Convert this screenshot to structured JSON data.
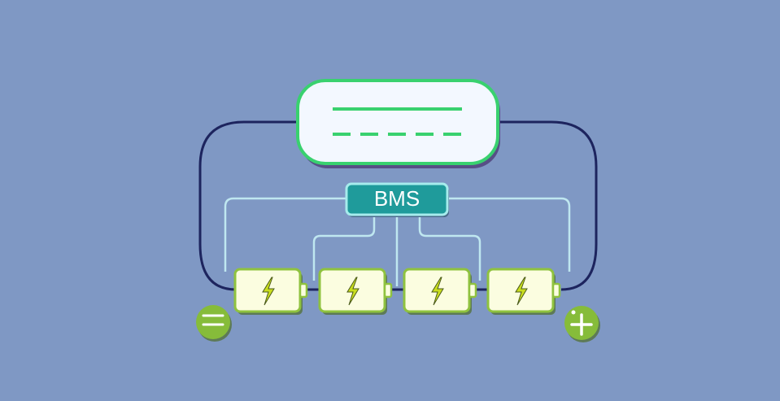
{
  "diagram": {
    "bms_label": "BMS",
    "battery_cells": [
      {
        "id": "cell-1"
      },
      {
        "id": "cell-2"
      },
      {
        "id": "cell-3"
      },
      {
        "id": "cell-4"
      }
    ],
    "terminals": {
      "negative_symbol": "minus-icon",
      "positive_symbol": "plus-icon"
    },
    "colors": {
      "background": "#7f98c4",
      "load_border": "#39d16f",
      "load_fill": "#f3f8ff",
      "bms_fill": "#1f9b9b",
      "bms_border": "#a6ecec",
      "sense_wire": "#bfe7f0",
      "main_wire": "#1d245e",
      "cell_fill": "#fbfde0",
      "cell_border": "#8fc23f",
      "bolt": "#c9dd1f",
      "terminal": "#86bc3a"
    }
  }
}
